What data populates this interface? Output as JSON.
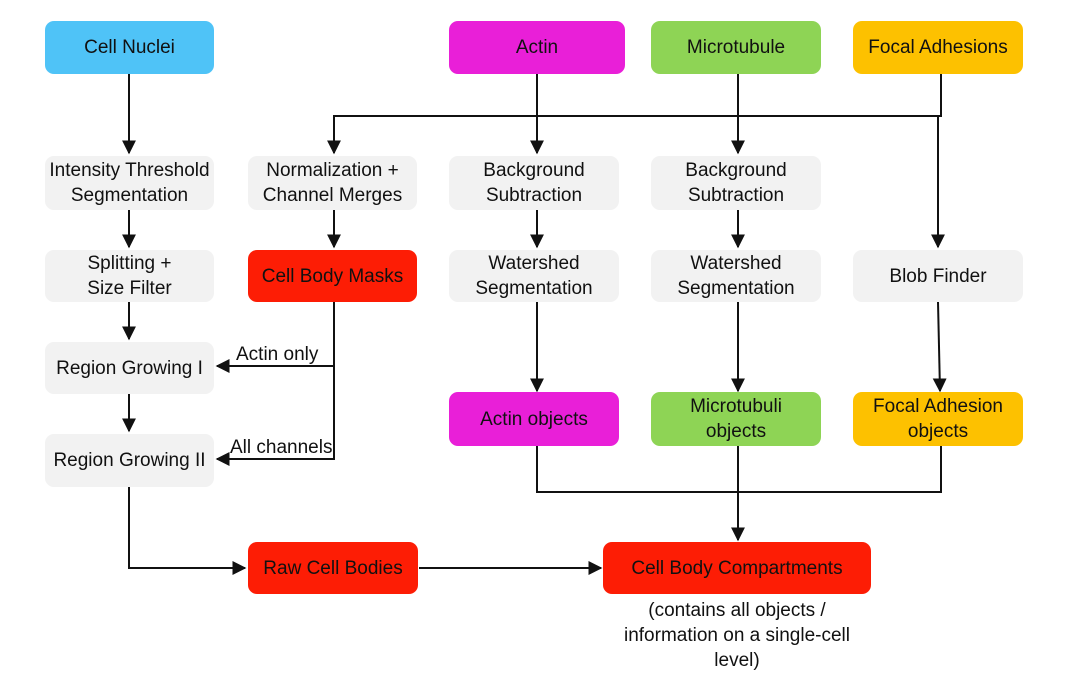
{
  "nodes": {
    "cell_nuclei": {
      "label": "Cell Nuclei",
      "color": "#4fc3f7"
    },
    "actin": {
      "label": "Actin",
      "color": "#e91fd8"
    },
    "microtubule": {
      "label": "Microtubule",
      "color": "#8ed455"
    },
    "focal_adhesions": {
      "label": "Focal Adhesions",
      "color": "#fdc100"
    },
    "intensity_threshold": {
      "label": "Intensity Threshold\nSegmentation"
    },
    "normalization": {
      "label": "Normalization +\nChannel Merges"
    },
    "bg_sub_actin": {
      "label": "Background\nSubtraction"
    },
    "bg_sub_micro": {
      "label": "Background\nSubtraction"
    },
    "splitting": {
      "label": "Splitting +\nSize Filter"
    },
    "cell_body_masks": {
      "label": "Cell Body Masks",
      "color": "#fd1d05"
    },
    "watershed_actin": {
      "label": "Watershed\nSegmentation"
    },
    "watershed_micro": {
      "label": "Watershed\nSegmentation"
    },
    "blob_finder": {
      "label": "Blob Finder"
    },
    "region_growing_1": {
      "label": "Region Growing I"
    },
    "region_growing_2": {
      "label": "Region Growing II"
    },
    "actin_objects": {
      "label": "Actin objects",
      "color": "#e91fd8"
    },
    "microtubuli_objects": {
      "label": "Microtubuli\nobjects",
      "color": "#8ed455"
    },
    "focal_adhesion_objects": {
      "label": "Focal Adhesion\nobjects",
      "color": "#fdc100"
    },
    "raw_cell_bodies": {
      "label": "Raw Cell Bodies",
      "color": "#fd1d05"
    },
    "cell_body_compartments": {
      "label": "Cell Body Compartments",
      "color": "#fd1d05"
    }
  },
  "edge_labels": {
    "actin_only": "Actin only",
    "all_channels": "All channels"
  },
  "note": "(contains all objects /\ninformation on a single-cell\nlevel)"
}
